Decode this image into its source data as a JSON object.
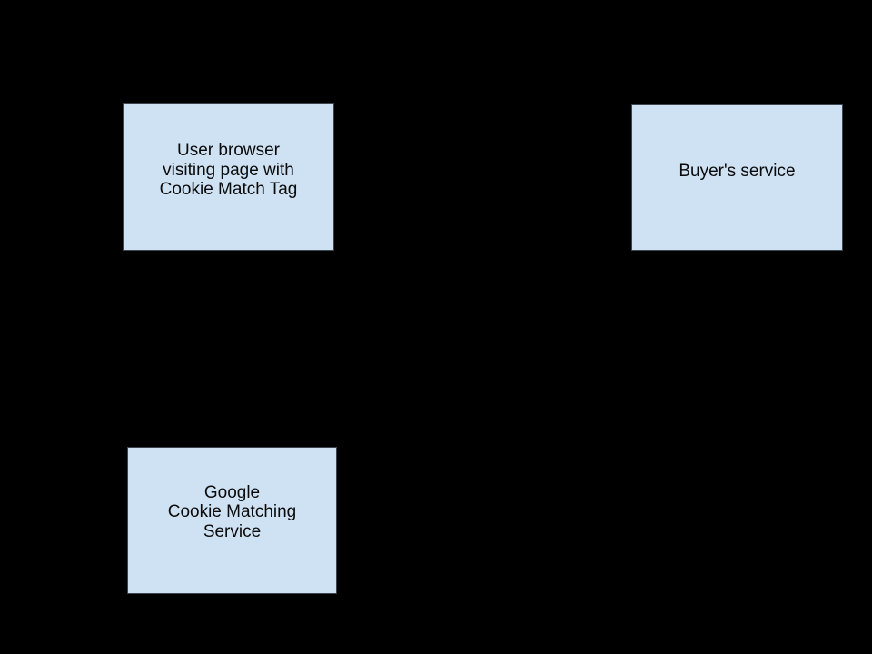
{
  "diagram": {
    "background_color": "#000000",
    "node_fill_color": "#cfe2f3",
    "node_border_color": "#3d464f",
    "node_text_color": "#0a0a0a",
    "nodes": [
      {
        "id": "user-browser",
        "lines": {
          "0": "User browser",
          "1": "visiting page with",
          "2": "Cookie Match Tag"
        }
      },
      {
        "id": "buyers-service",
        "lines": {
          "0": "Buyer's service"
        }
      },
      {
        "id": "google-cookie-matching-service",
        "lines": {
          "0": "Google",
          "1": "Cookie Matching",
          "2": "Service"
        }
      }
    ]
  }
}
